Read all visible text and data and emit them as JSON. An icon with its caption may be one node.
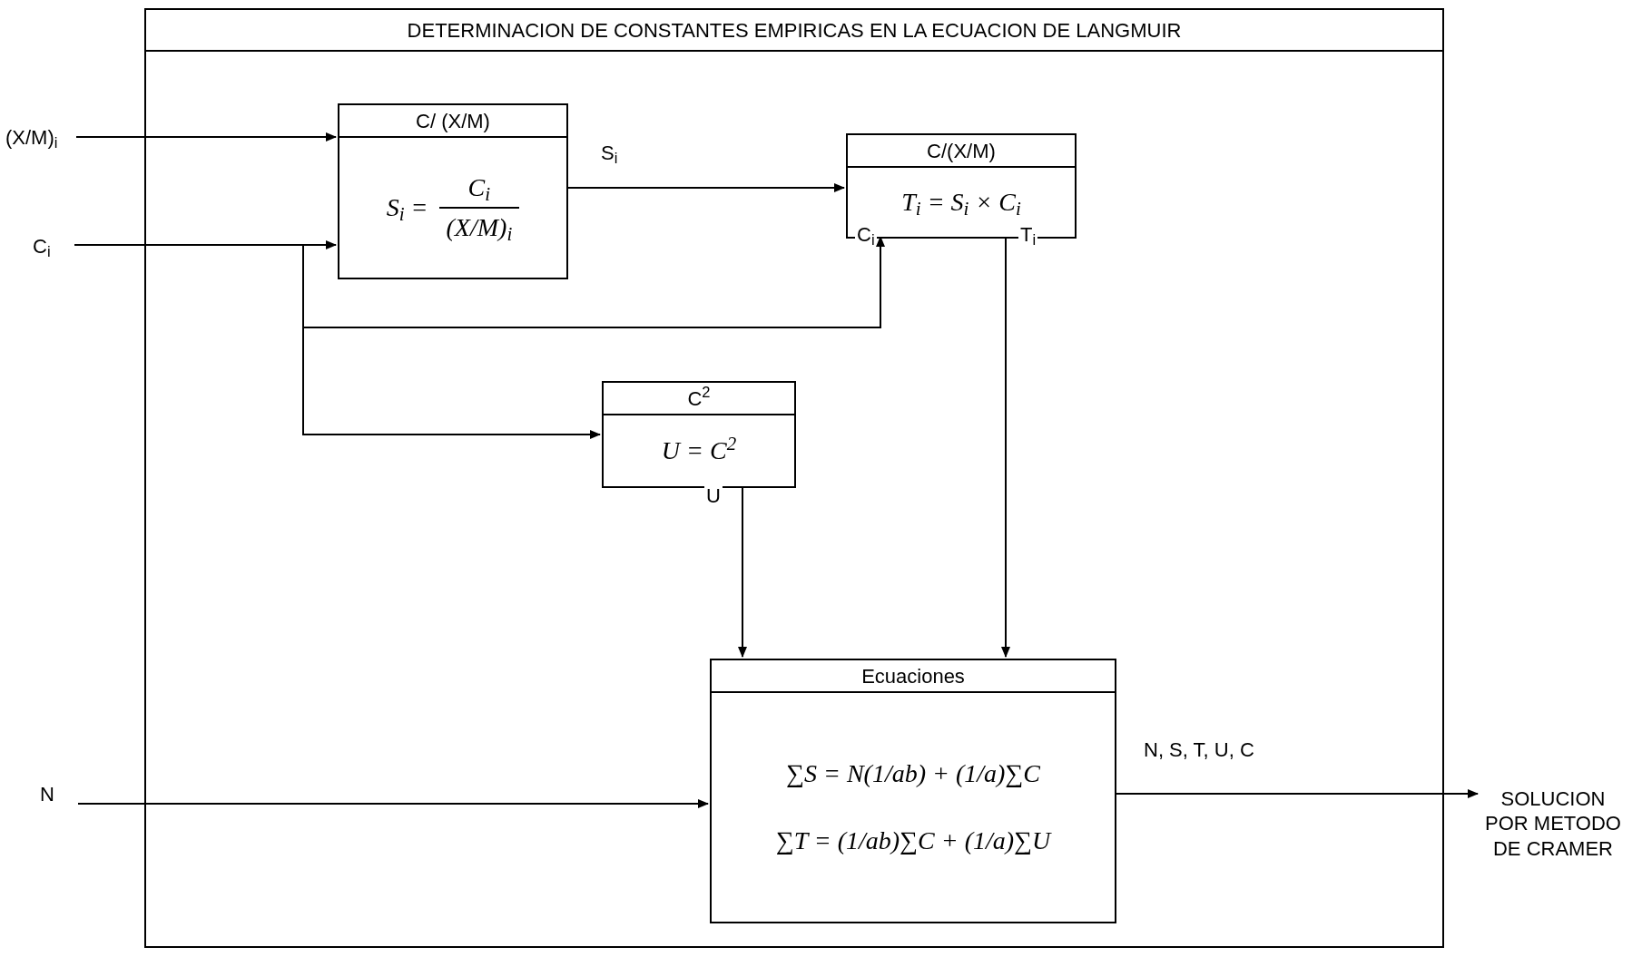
{
  "diagram": {
    "nodes": [
      {
        "text": [
          "DETERMINACION DE CONSTANTES EMPIRICAS EN LA ECUACION DE LANGMUIR"
        ]
      },
      {
        "text": [
          "C/ (X/M)",
          "S$_{i}$ =",
          "C$_{i}$",
          "(X/M)$_{i}$"
        ],
        "in": 0
      },
      {
        "text": [
          "C/(X/M)",
          "T$_{i}$ = S$_{i}$ × C$_{i}$"
        ],
        "in": 0
      },
      {
        "text": [
          "C$^{2}$",
          "U = C$^{2}$"
        ],
        "in": 0
      },
      {
        "text": [
          "Ecuaciones",
          "∑S = N(1/ab) + (1/a)∑C",
          "∑T = (1/ab)∑C + (1/a)∑U"
        ],
        "in": 0
      },
      {
        "text": [
          "(X/M)$_{i}$"
        ]
      },
      {
        "text": [
          "C$_{i}$"
        ]
      },
      {
        "text": [
          "N"
        ]
      },
      {
        "text": [
          "SOLUCION POR METODO DE CRAMER"
        ]
      }
    ],
    "edges": [
      {
        "from": 5,
        "to": 1,
        "arrow": "to"
      },
      {
        "from": 6,
        "to": 1,
        "arrow": "to"
      },
      {
        "from": 6,
        "to": 2,
        "arrow": "to",
        "label": "C$_{i}$"
      },
      {
        "from": 6,
        "to": 3,
        "arrow": "to"
      },
      {
        "from": 1,
        "to": 2,
        "arrow": "to",
        "label": "S$_{i}$"
      },
      {
        "from": 2,
        "to": 4,
        "arrow": "to",
        "label": "T$_{i}$"
      },
      {
        "from": 3,
        "to": 4,
        "arrow": "to",
        "label": "U"
      },
      {
        "from": 7,
        "to": 4,
        "arrow": "to"
      },
      {
        "from": 4,
        "to": 8,
        "arrow": "to",
        "label": "N, S, T, U, C"
      }
    ]
  }
}
